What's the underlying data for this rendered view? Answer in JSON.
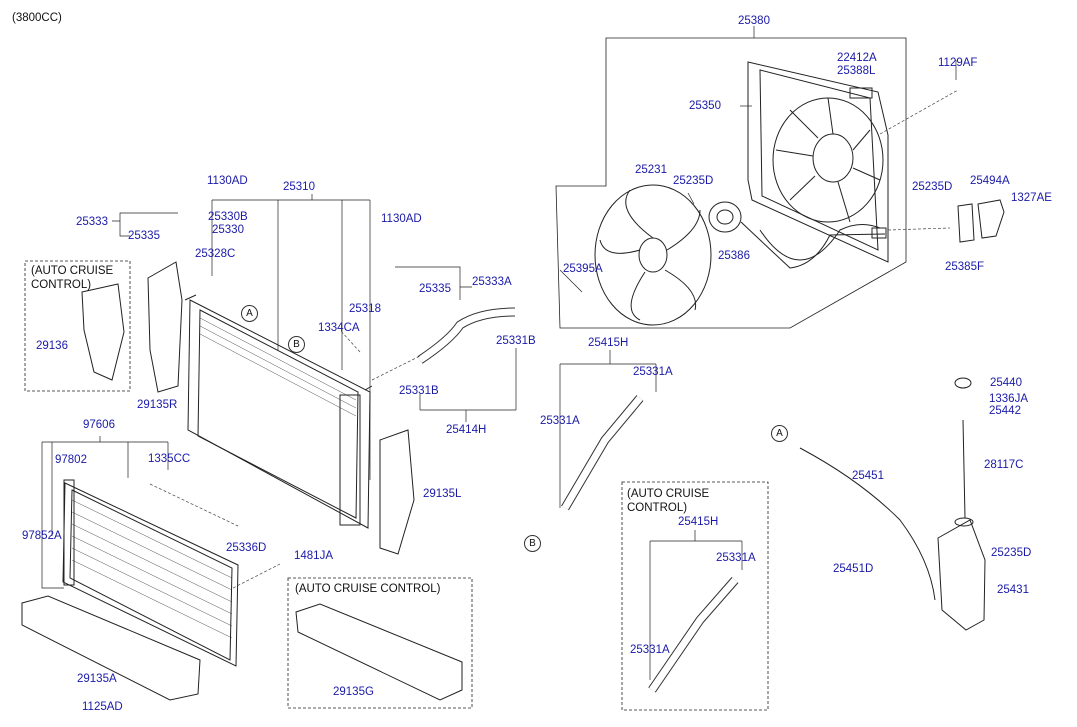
{
  "engine_note": "(3800CC)",
  "option_note": "(AUTO CRUISE\nCONTROL)",
  "option_note_inline": "(AUTO CRUISE CONTROL)",
  "circle_a": "A",
  "circle_b": "B",
  "parts": {
    "p25380": "25380",
    "p22412A": "22412A",
    "p25388L": "25388L",
    "p1129AF": "1129AF",
    "p25350": "25350",
    "p25231": "25231",
    "p25235D_fan": "25235D",
    "p25235D_r": "25235D",
    "p25494A": "25494A",
    "p1327AE": "1327AE",
    "p25395A": "25395A",
    "p25386": "25386",
    "p25385F": "25385F",
    "p1130AD_a": "1130AD",
    "p25310": "25310",
    "p25333": "25333",
    "p25330B": "25330B",
    "p25330": "25330",
    "p25335_a": "25335",
    "p25328C": "25328C",
    "p1130AD_b": "1130AD",
    "p25333A": "25333A",
    "p25335_b": "25335",
    "p25318": "25318",
    "p1334CA": "1334CA",
    "p25331B_a": "25331B",
    "p25331B_b": "25331B",
    "p25414H": "25414H",
    "p29136": "29136",
    "p29135R": "29135R",
    "p97606": "97606",
    "p97802": "97802",
    "p1335CC": "1335CC",
    "p97852A": "97852A",
    "p29135L": "29135L",
    "p25336D": "25336D",
    "p1481JA": "1481JA",
    "p29135A": "29135A",
    "p1125AD": "1125AD",
    "p29135G": "29135G",
    "p25415H_a": "25415H",
    "p25331A_a": "25331A",
    "p25331A_b": "25331A",
    "p25415H_b": "25415H",
    "p25331A_c": "25331A",
    "p25331A_d": "25331A",
    "p25440": "25440",
    "p1336JA": "1336JA",
    "p25442": "25442",
    "p25451": "25451",
    "p28117C": "28117C",
    "p25235D_t": "25235D",
    "p25451D": "25451D",
    "p25431": "25431"
  }
}
